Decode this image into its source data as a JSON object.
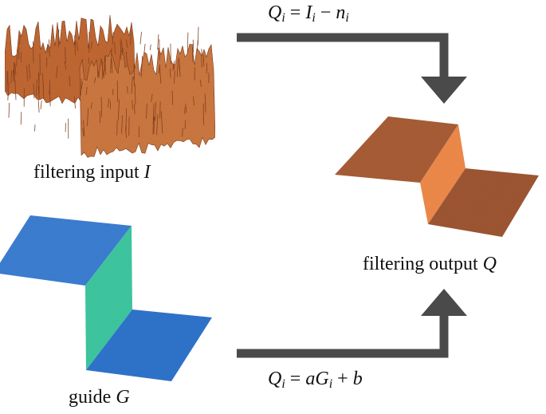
{
  "labels": {
    "input_text": "filtering input",
    "input_symbol": "I",
    "guide_text": "guide",
    "guide_symbol": "G",
    "output_text": "filtering output",
    "output_symbol": "Q"
  },
  "equations": {
    "top": {
      "lhs": "Q",
      "lhs_sub": "i",
      "eq": " = ",
      "t1": "I",
      "t1_sub": "i",
      "op": " − ",
      "t2": "n",
      "t2_sub": "i"
    },
    "bottom": {
      "lhs": "Q",
      "lhs_sub": "i",
      "eq": " = ",
      "t1": "aG",
      "t1_sub": "i",
      "op": " + ",
      "t2": "b"
    }
  },
  "colors": {
    "input_surface": "#c8703a",
    "guide_top": "#3b7fd0",
    "guide_wall": "#3fc7a0",
    "output_top": "#a9603a",
    "output_wall": "#ee8a4a",
    "arrow": "#4a4a4a"
  }
}
